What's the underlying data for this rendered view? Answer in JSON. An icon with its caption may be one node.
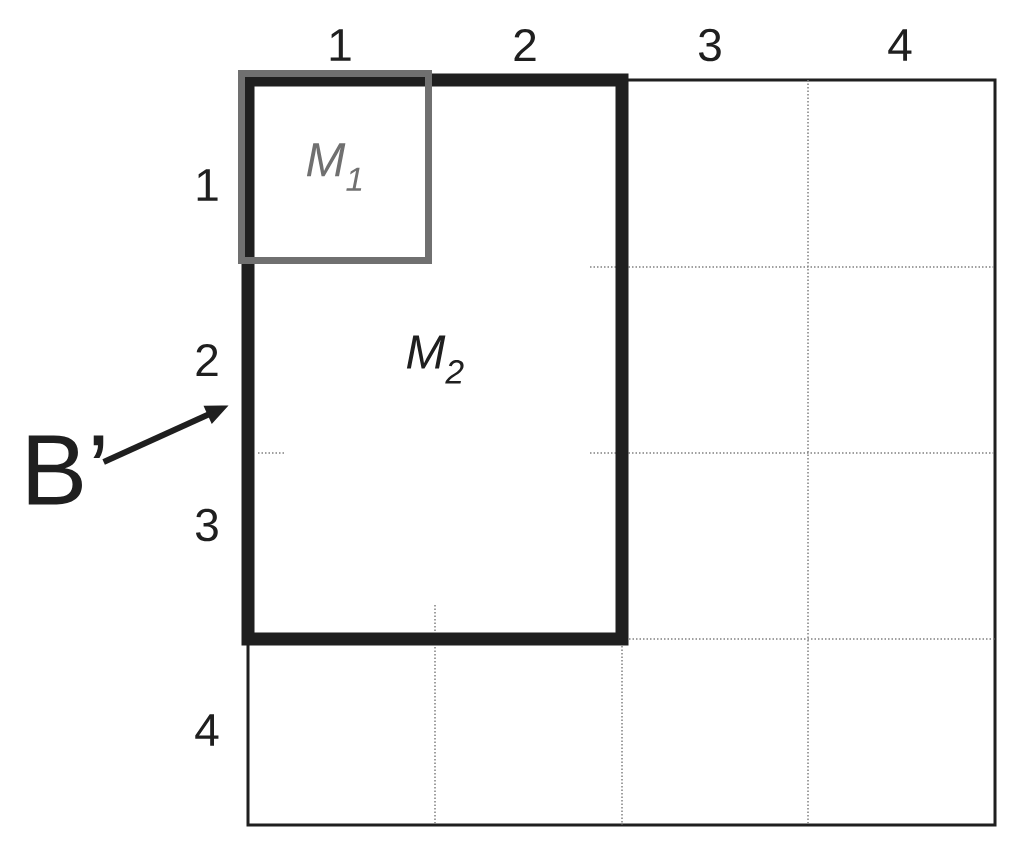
{
  "diagram": {
    "nodes": [
      {
        "text": [
          "M$_{2}$"
        ]
      },
      {
        "text": [
          "M$_{1}$"
        ],
        "in": 0
      },
      {
        "text": [
          "B’"
        ]
      }
    ],
    "edges": [
      {
        "from": 2,
        "to": 0,
        "arrow": "to"
      }
    ],
    "labels": [
      "1",
      "2",
      "3",
      "4",
      "1",
      "2",
      "3",
      "4"
    ]
  }
}
